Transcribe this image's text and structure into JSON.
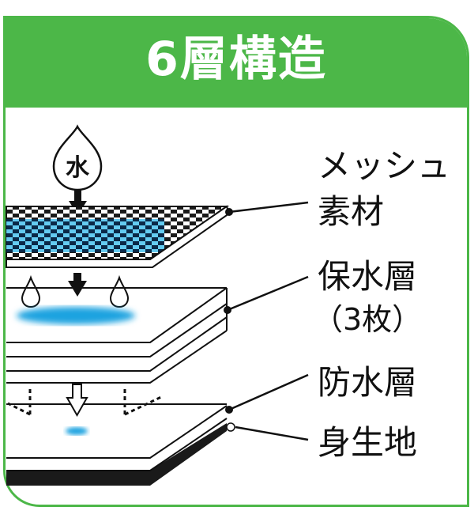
{
  "header": {
    "title": "6層構造",
    "background_color": "#4cb748"
  },
  "diagram": {
    "water_drop_label": "水",
    "water_color": "#1aa3e0",
    "frame_color": "#4cb748"
  },
  "layers": [
    {
      "name": "mesh",
      "label_line1": "メッシュ",
      "label_line2": "素材"
    },
    {
      "name": "water-retention",
      "label_line1": "保水層",
      "label_line2": "（3枚）"
    },
    {
      "name": "waterproof",
      "label_line1": "防水層"
    },
    {
      "name": "fabric",
      "label_line1": "身生地"
    }
  ]
}
